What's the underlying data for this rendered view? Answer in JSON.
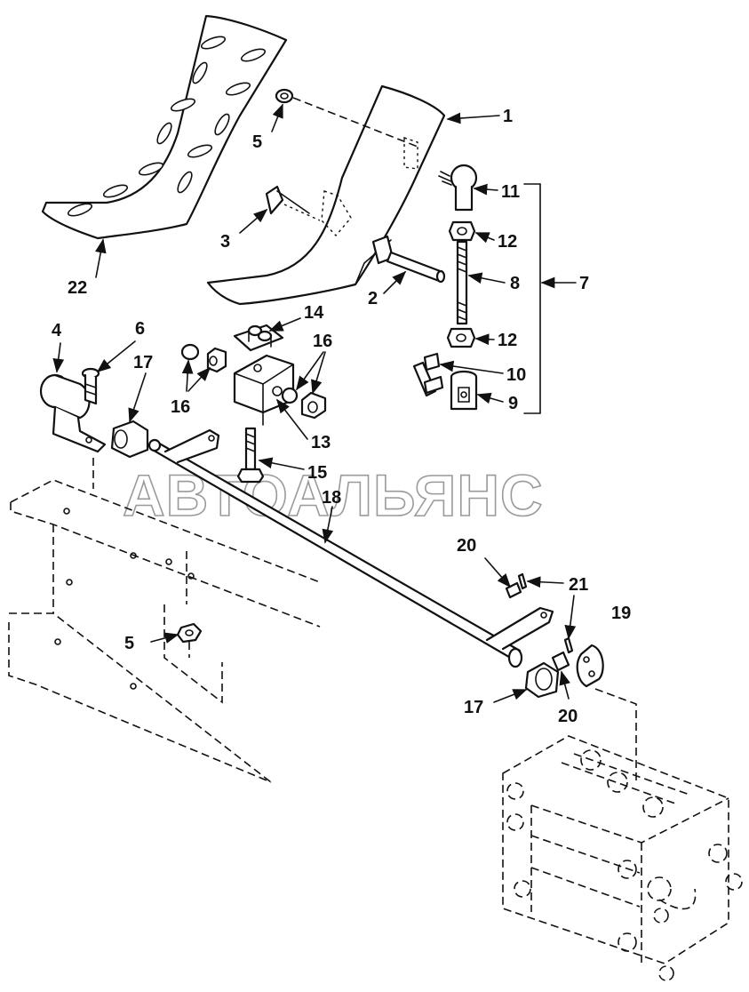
{
  "watermark": "АВТОАЛЬЯНС",
  "callouts": [
    {
      "id": "c-1",
      "text": "1"
    },
    {
      "id": "c-2",
      "text": "2"
    },
    {
      "id": "c-3",
      "text": "3"
    },
    {
      "id": "c-4",
      "text": "4"
    },
    {
      "id": "c-5a",
      "text": "5"
    },
    {
      "id": "c-5b",
      "text": "5"
    },
    {
      "id": "c-6",
      "text": "6"
    },
    {
      "id": "c-7",
      "text": "7"
    },
    {
      "id": "c-8",
      "text": "8"
    },
    {
      "id": "c-9",
      "text": "9"
    },
    {
      "id": "c-10",
      "text": "10"
    },
    {
      "id": "c-11",
      "text": "11"
    },
    {
      "id": "c-12a",
      "text": "12"
    },
    {
      "id": "c-12b",
      "text": "12"
    },
    {
      "id": "c-13",
      "text": "13"
    },
    {
      "id": "c-14",
      "text": "14"
    },
    {
      "id": "c-15",
      "text": "15"
    },
    {
      "id": "c-16a",
      "text": "16"
    },
    {
      "id": "c-16b",
      "text": "16"
    },
    {
      "id": "c-17a",
      "text": "17"
    },
    {
      "id": "c-17b",
      "text": "17"
    },
    {
      "id": "c-18",
      "text": "18"
    },
    {
      "id": "c-19",
      "text": "19"
    },
    {
      "id": "c-20a",
      "text": "20"
    },
    {
      "id": "c-20b",
      "text": "20"
    },
    {
      "id": "c-21",
      "text": "21"
    },
    {
      "id": "c-22",
      "text": "22"
    }
  ]
}
